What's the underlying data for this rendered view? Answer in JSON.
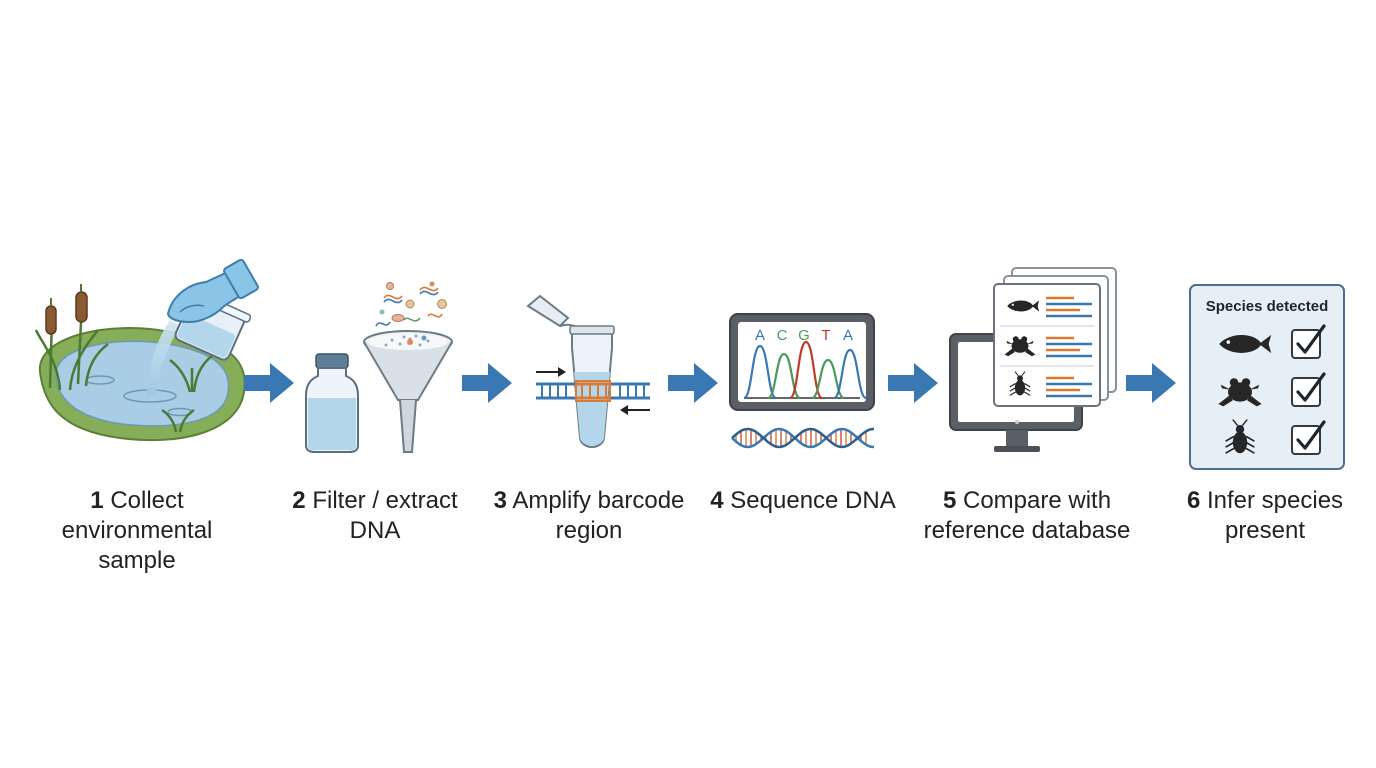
{
  "steps": [
    {
      "number": "1",
      "text": "Collect environmental sample"
    },
    {
      "number": "2",
      "text": "Filter / extract DNA"
    },
    {
      "number": "3",
      "text": "Amplify barcode region"
    },
    {
      "number": "4",
      "text": "Sequence DNA"
    },
    {
      "number": "5",
      "text": "Compare with reference database"
    },
    {
      "number": "6",
      "text": "Infer species present"
    }
  ],
  "sequence_letters": [
    "A",
    "C",
    "G",
    "T",
    "A"
  ],
  "species_panel": {
    "title": "Species detected",
    "rows": [
      "fish-icon",
      "frog-icon",
      "beetle-icon"
    ]
  },
  "colors": {
    "arrow": "#3a78b4",
    "water": "#a9cfe6",
    "grass": "#87b05a",
    "orange_band": "#d97a35",
    "blue_band": "#3a78b4",
    "panel_bg": "#e6eef6"
  }
}
